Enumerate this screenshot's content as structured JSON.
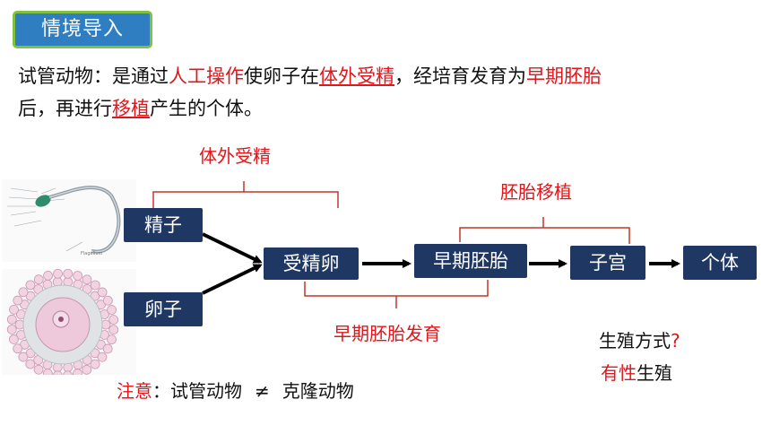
{
  "header_tag": "情境导入",
  "definition": {
    "lead": "试管动物：是通过",
    "k1": "人工操作",
    "t2": "使卵子在",
    "k2": "体外受精",
    "t3": "，经培育发育为",
    "k3": "早期胚胎",
    "line2_a": "后，再进行",
    "k4": "移植",
    "line2_b": "产生的个体。"
  },
  "flow": {
    "nodes": {
      "sperm": "精子",
      "egg": "卵子",
      "zygote": "受精卵",
      "embryo": "早期胚胎",
      "uterus": "子宫",
      "individual": "个体"
    },
    "brace_labels": {
      "ivf": "体外受精",
      "transfer": "胚胎移植",
      "develop": "早期胚胎发育"
    }
  },
  "question": {
    "prompt": "生殖方式",
    "qmark": "?",
    "answer_a": "有性",
    "answer_b": "生殖"
  },
  "note": {
    "label": "注意",
    "colon": "：",
    "text_a": "试管动物",
    "neq": "≠",
    "text_b": "克隆动物"
  },
  "colors": {
    "header_bg": "#2f7ec1",
    "header_border": "#7fc241",
    "node_bg": "#1f3763",
    "accent": "#e0161b"
  }
}
